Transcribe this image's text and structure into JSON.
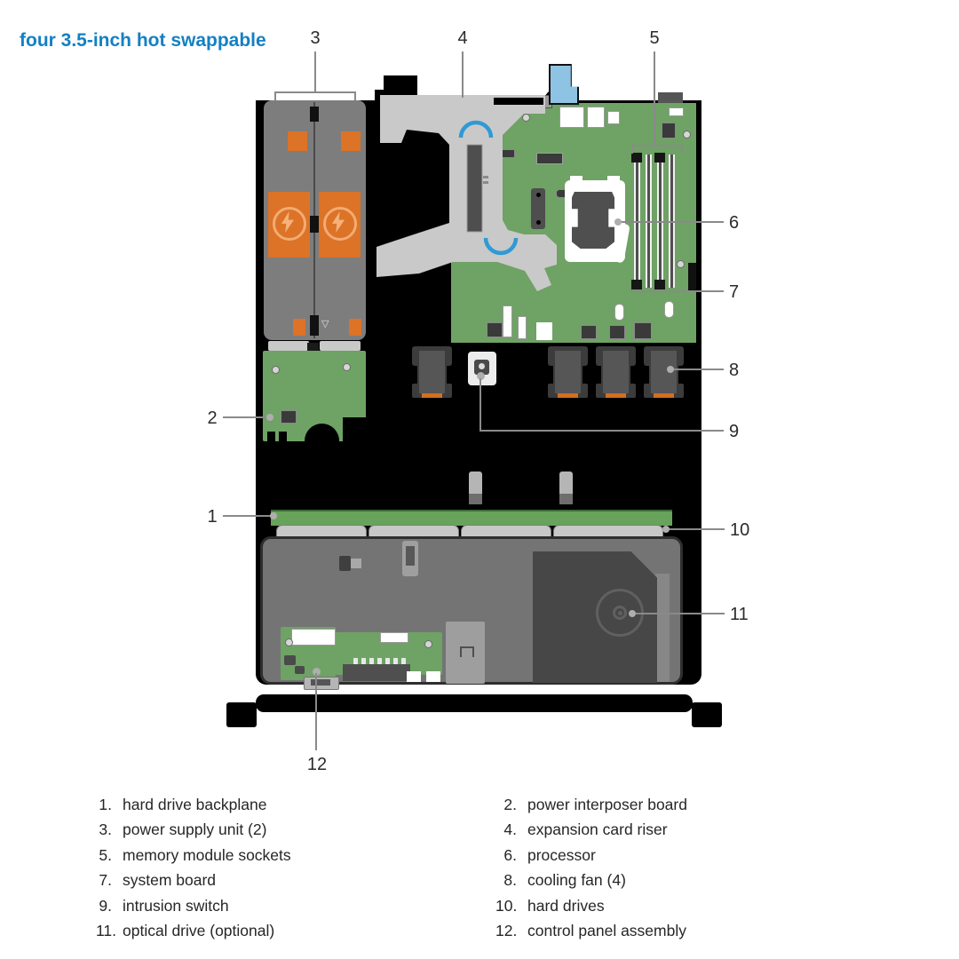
{
  "title": "four 3.5-inch hot swappable",
  "callouts": {
    "c1": "1",
    "c2": "2",
    "c3": "3",
    "c4": "4",
    "c5": "5",
    "c6": "6",
    "c7": "7",
    "c8": "8",
    "c9": "9",
    "c10": "10",
    "c11": "11",
    "c12": "12"
  },
  "legend": {
    "rows": [
      {
        "ln": "1.",
        "ll": "hard drive backplane",
        "rn": "2.",
        "rl": "power interposer board"
      },
      {
        "ln": "3.",
        "ll": "power supply unit (2)",
        "rn": "4.",
        "rl": "expansion card riser"
      },
      {
        "ln": "5.",
        "ll": "memory module sockets",
        "rn": "6.",
        "rl": "processor"
      },
      {
        "ln": "7.",
        "ll": "system board",
        "rn": "8.",
        "rl": "cooling fan (4)"
      },
      {
        "ln": "9.",
        "ll": "intrusion switch",
        "rn": "10.",
        "rl": "hard drives"
      },
      {
        "ln": "11.",
        "ll": "optical drive (optional)",
        "rn": "12.",
        "rl": "control panel assembly"
      }
    ]
  },
  "colors": {
    "accent_blue": "#1480C4",
    "board_green": "#6FA265",
    "psu_orange": "#DC7327",
    "riser_gray": "#C9C9C9",
    "latch_blue": "#8FC3E4",
    "arc_blue": "#2F9AD4"
  }
}
